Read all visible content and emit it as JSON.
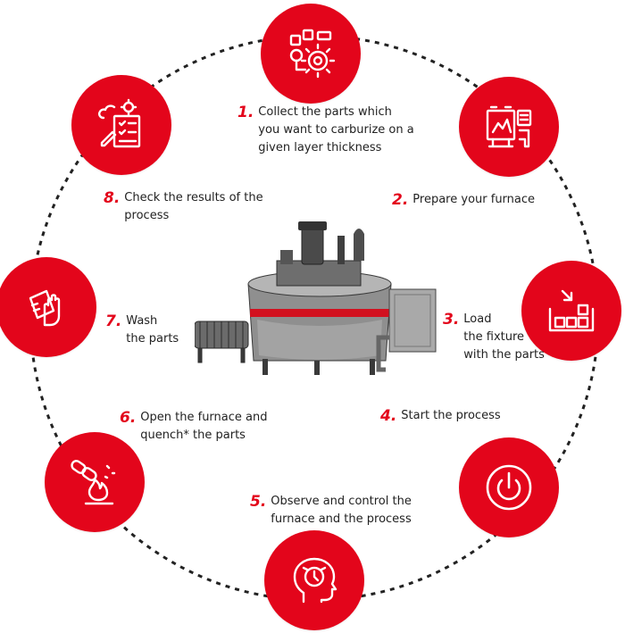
{
  "colors": {
    "accent": "#e3051b",
    "text": "#222222",
    "ring": "#222222"
  },
  "steps": [
    {
      "number": "1.",
      "icon": "gears-parts-icon",
      "lines": [
        "Collect the parts which",
        "you want to carburize on a",
        "given layer thickness"
      ]
    },
    {
      "number": "2.",
      "icon": "furnace-panel-icon",
      "lines": [
        "Prepare your furnace"
      ]
    },
    {
      "number": "3.",
      "icon": "fixture-load-icon",
      "lines": [
        "Load",
        "the fixture",
        "with the parts"
      ]
    },
    {
      "number": "4.",
      "icon": "power-icon",
      "lines": [
        "Start the process"
      ]
    },
    {
      "number": "5.",
      "icon": "head-clock-icon",
      "lines": [
        "Observe and control the",
        "furnace and the process"
      ]
    },
    {
      "number": "6.",
      "icon": "chain-fire-icon",
      "lines": [
        "Open the furnace and",
        "quench* the parts"
      ]
    },
    {
      "number": "7.",
      "icon": "hand-cleaning-icon",
      "lines": [
        "Wash",
        "the parts"
      ]
    },
    {
      "number": "8.",
      "icon": "report-checklist-icon",
      "lines": [
        "Check the results of the",
        "process"
      ]
    }
  ]
}
